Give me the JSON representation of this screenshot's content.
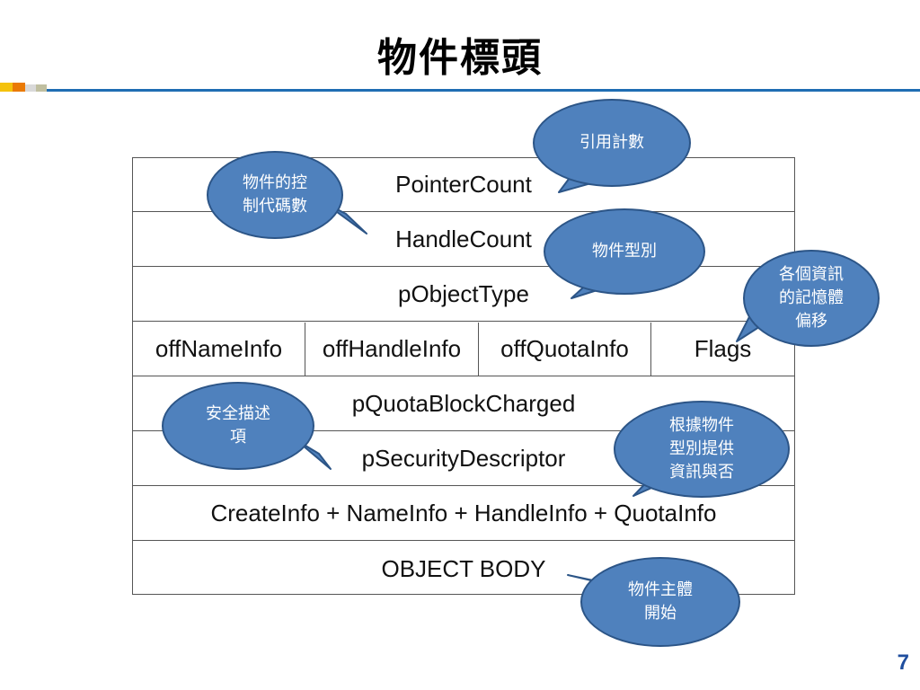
{
  "slide": {
    "title": "物件標頭",
    "page_number": "7"
  },
  "table": {
    "rows": [
      {
        "label": "PointerCount"
      },
      {
        "label": "HandleCount"
      },
      {
        "label": "pObjectType"
      },
      {
        "cells": [
          "offNameInfo",
          "offHandleInfo",
          "offQuotaInfo",
          "Flags"
        ]
      },
      {
        "label": "pQuotaBlockCharged"
      },
      {
        "label": "pSecurityDescriptor"
      },
      {
        "label": "CreateInfo + NameInfo + HandleInfo + QuotaInfo"
      },
      {
        "label": "OBJECT BODY"
      }
    ]
  },
  "callouts": {
    "reference_count": "引用計數",
    "handle_count": "物件的控\n制代碼數",
    "object_type": "物件型別",
    "info_offsets": "各個資訊\n的記憶體\n偏移",
    "security_descriptor": "安全描述\n項",
    "flags_info": "根據物件\n型別提供\n資訊與否",
    "object_body": "物件主體\n開始"
  },
  "colors": {
    "bubble_fill": "#4f81bd",
    "bubble_border": "#2c5587",
    "title_rule": "#1f6db3",
    "page_number": "#1f4e9e"
  }
}
